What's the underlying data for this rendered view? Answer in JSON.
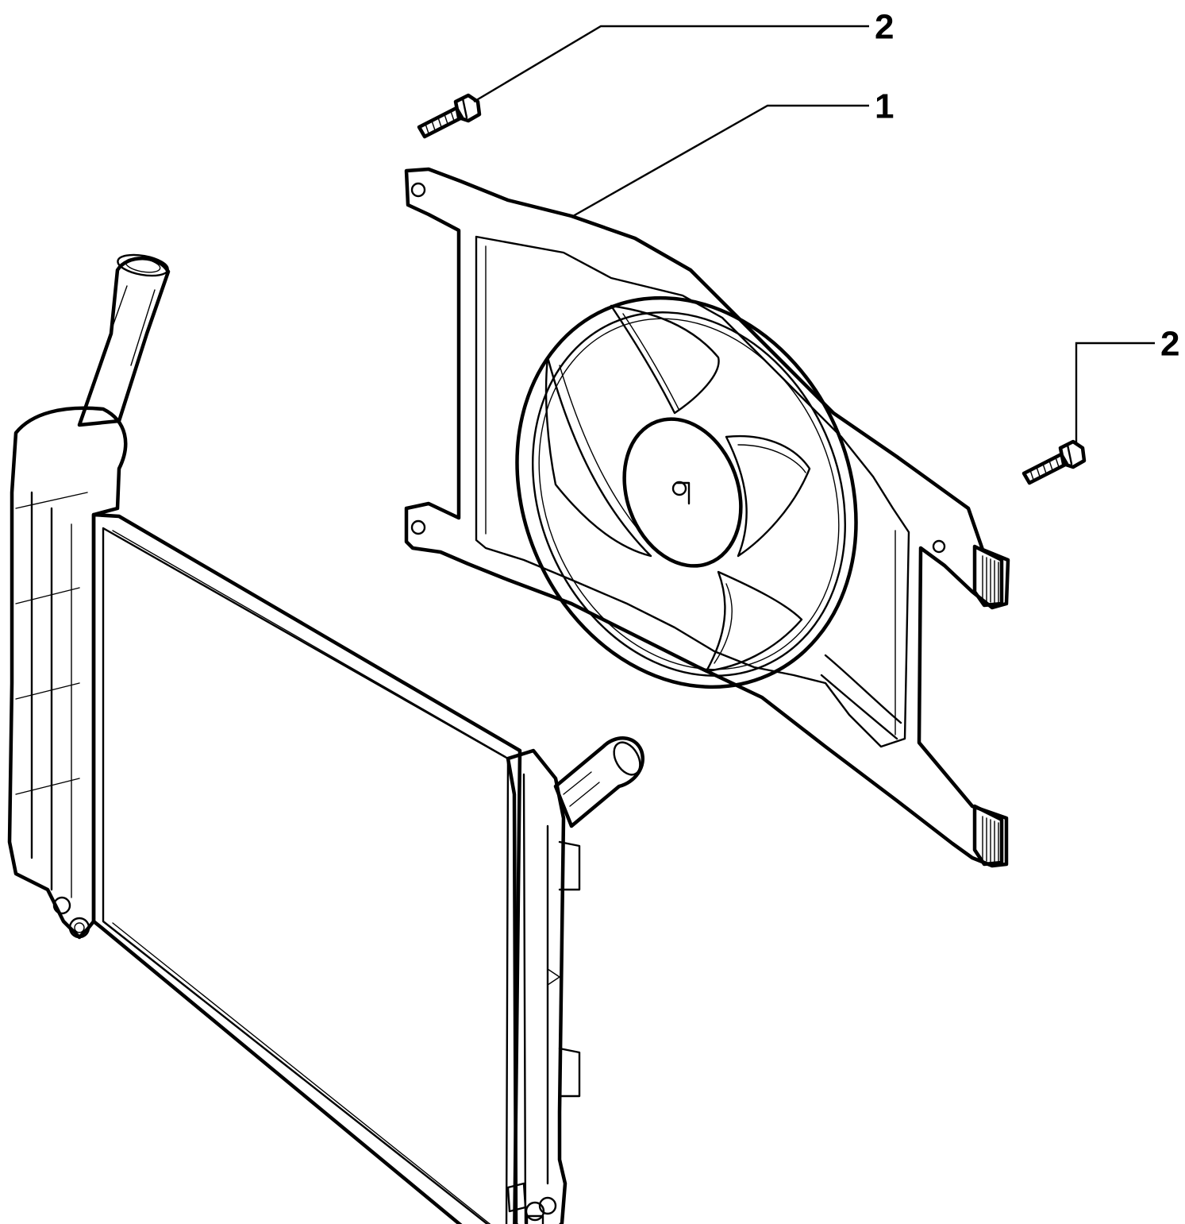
{
  "callouts": [
    {
      "label": "2",
      "part": "bolt"
    },
    {
      "label": "1",
      "part": "fan-shroud-assembly"
    },
    {
      "label": "2",
      "part": "bolt"
    }
  ]
}
